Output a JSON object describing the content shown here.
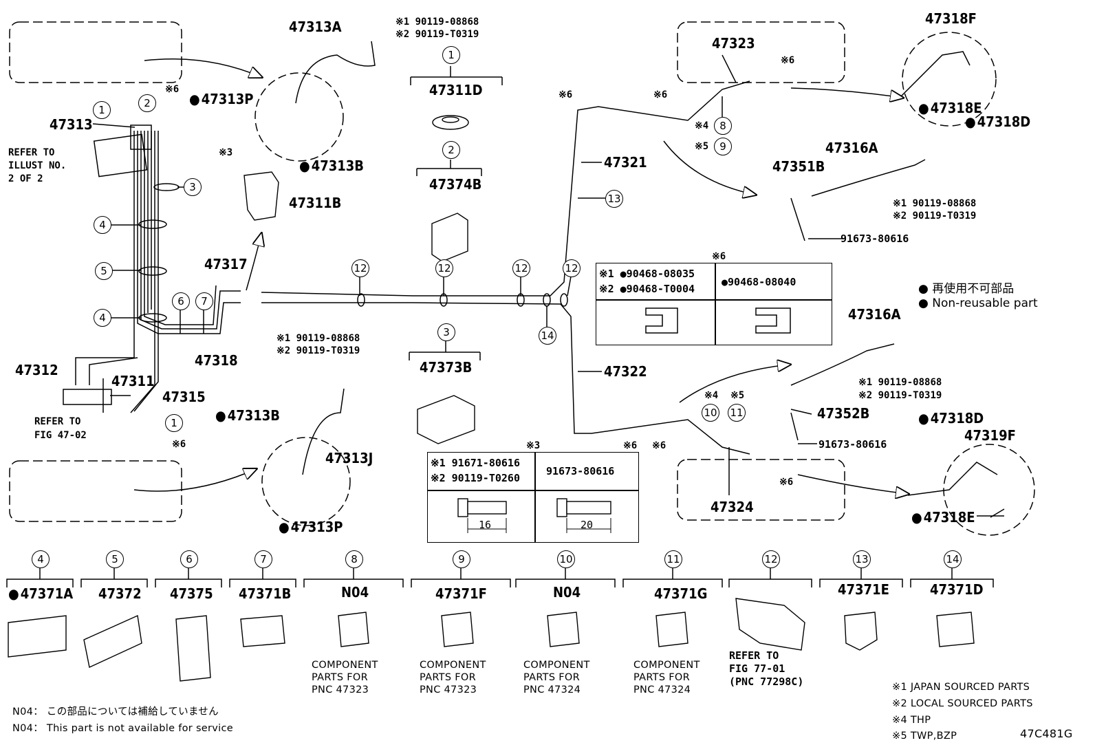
{
  "diagram_code": "47C481G",
  "refer_illust": [
    "REFER TO",
    "ILLUST NO.",
    "2 OF 2"
  ],
  "refer_fig_47": [
    "REFER TO",
    "FIG 47-02"
  ],
  "parts": {
    "p47313": "47313",
    "p47313A": "47313A",
    "p47313P_top": "47313P",
    "p47313B_top": "47313B",
    "p47311B": "47311B",
    "p47317": "47317",
    "p47318": "47318",
    "p47312": "47312",
    "p47311": "47311",
    "p47315": "47315",
    "p47313B_bot": "47313B",
    "p47313J": "47313J",
    "p47313P_bot": "47313P",
    "p47311D": "47311D",
    "p47374B": "47374B",
    "p47373B": "47373B",
    "p47323": "47323",
    "p47321": "47321",
    "p47322": "47322",
    "p47324": "47324",
    "p47318F": "47318F",
    "p47318E_top": "47318E",
    "p47318D_top": "47318D",
    "p47316A_top": "47316A",
    "p47351B": "47351B",
    "p47316A_bot": "47316A",
    "p47352B": "47352B",
    "p47318D_bot": "47318D",
    "p47319F": "47319F",
    "p47318E_bot": "47318E",
    "b91673_top": "91673-80616",
    "b91673_bot": "91673-80616"
  },
  "bolt_notes": {
    "top_1": "※1 90119-08868",
    "top_2": "※2 90119-T0319",
    "mid_1": "※1 90119-08868",
    "mid_2": "※2 90119-T0319",
    "rt_1": "※1 90119-08868",
    "rt_2": "※2 90119-T0319",
    "rb_1": "※1 90119-08868",
    "rb_2": "※2 90119-T0319"
  },
  "marks": {
    "m6": "※6",
    "m3": "※3",
    "m4": "※4",
    "m5": "※5"
  },
  "callouts": [
    "1",
    "2",
    "3",
    "4",
    "5",
    "6",
    "7",
    "8",
    "9",
    "10",
    "11",
    "12",
    "13",
    "14"
  ],
  "clip_table": {
    "title": "※6",
    "row1_left_a": "※1 ●90468-08035",
    "row1_left_b": "※2 ●90468-T0004",
    "row1_right": "●90468-08040"
  },
  "bolt_table": {
    "title": "※3",
    "left_a": "※1 91671-80616",
    "left_b": "※2 90119-T0260",
    "right": "91673-80616",
    "dim_left": "16",
    "dim_right": "20"
  },
  "legend": {
    "jp": "再使用不可部品",
    "en": "Non-reusable part"
  },
  "bottom_items": [
    {
      "num": "4",
      "part": "47371A",
      "dot": true,
      "note": ""
    },
    {
      "num": "5",
      "part": "47372",
      "dot": false,
      "note": ""
    },
    {
      "num": "6",
      "part": "47375",
      "dot": false,
      "note": ""
    },
    {
      "num": "7",
      "part": "47371B",
      "dot": false,
      "note": ""
    },
    {
      "num": "8",
      "part": "N04",
      "dot": false,
      "note": "COMPONENT\nPARTS FOR\nPNC 47323"
    },
    {
      "num": "9",
      "part": "47371F",
      "dot": false,
      "note": "COMPONENT\nPARTS FOR\nPNC 47323"
    },
    {
      "num": "10",
      "part": "N04",
      "dot": false,
      "note": "COMPONENT\nPARTS FOR\nPNC 47324"
    },
    {
      "num": "11",
      "part": "47371G",
      "dot": false,
      "note": "COMPONENT\nPARTS FOR\nPNC 47324"
    },
    {
      "num": "12",
      "part": "",
      "dot": false,
      "note": "REFER TO\nFIG 77-01\n(PNC 77298C)"
    },
    {
      "num": "13",
      "part": "47371E",
      "dot": false,
      "note": ""
    },
    {
      "num": "14",
      "part": "47371D",
      "dot": false,
      "note": ""
    }
  ],
  "footnotes": {
    "n04_jp": "N04： この部品については補給していません",
    "n04_en": "N04： This part is not available for service",
    "f1": "※1 JAPAN SOURCED PARTS",
    "f2": "※2 LOCAL SOURCED PARTS",
    "f4": "※4 THP",
    "f5": "※5 TWP,BZP"
  }
}
